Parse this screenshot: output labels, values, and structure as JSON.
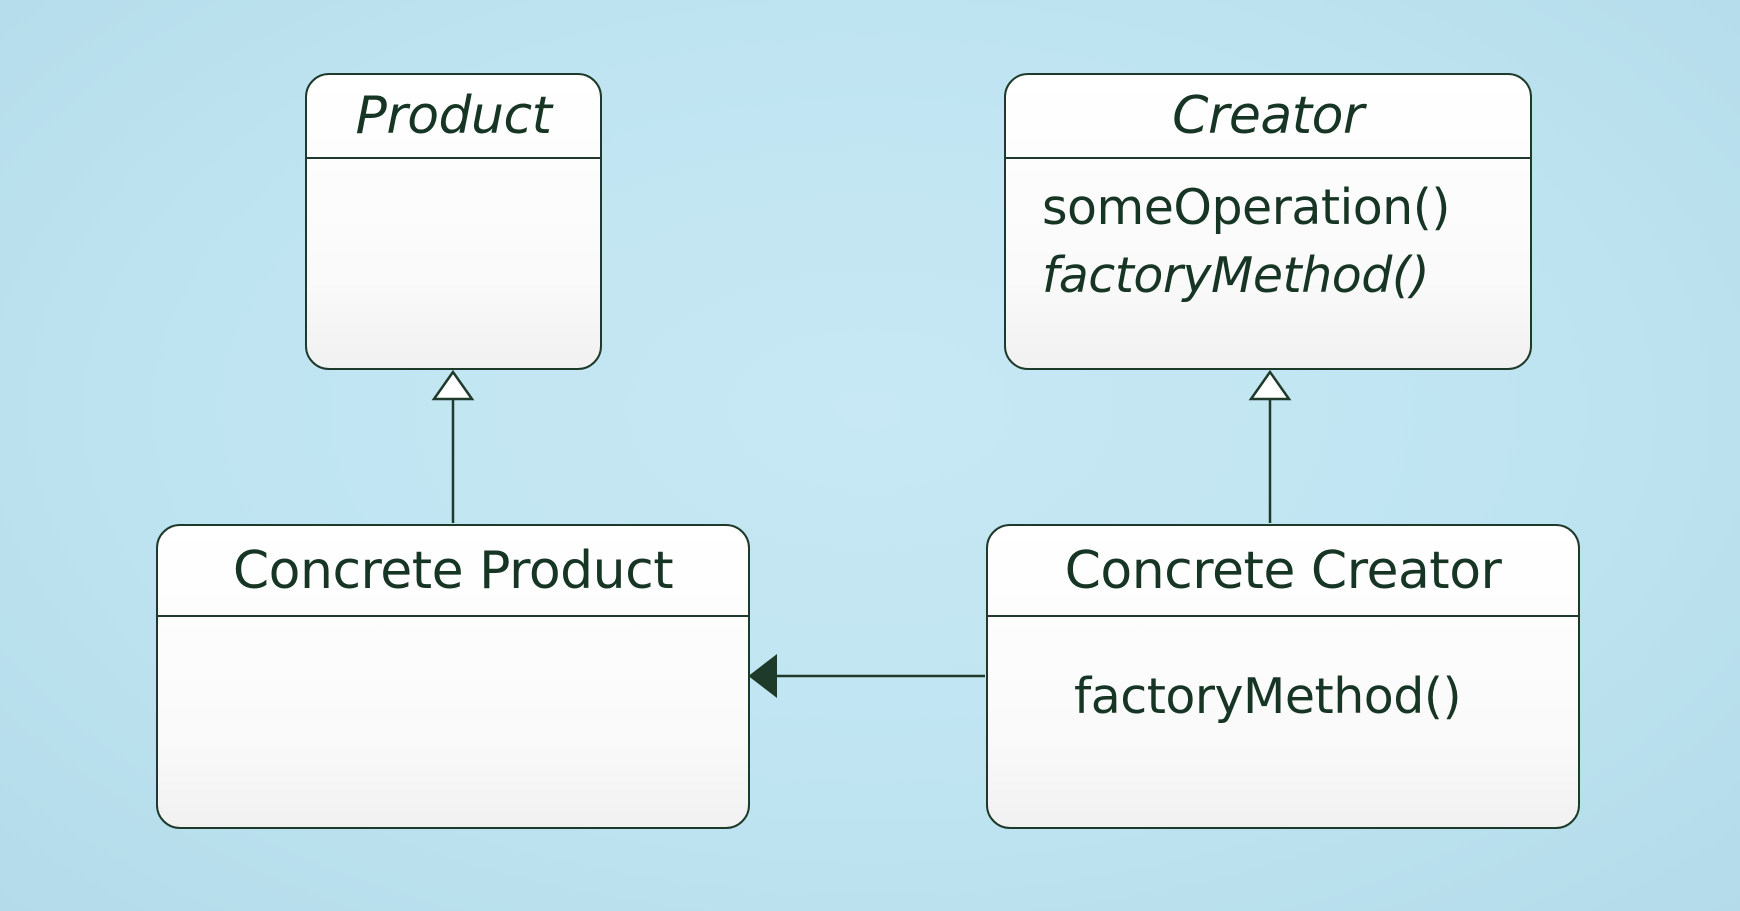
{
  "diagram": {
    "background_color": "#c1e5f2",
    "line_color": "#1e3a2a",
    "classes": {
      "product": {
        "name": "Product",
        "abstract": true
      },
      "creator": {
        "name": "Creator",
        "abstract": true,
        "methods": [
          {
            "label": "someOperation()",
            "abstract": false
          },
          {
            "label": "factoryMethod()",
            "abstract": true
          }
        ]
      },
      "concrete_product": {
        "name": "Concrete Product",
        "abstract": false
      },
      "concrete_creator": {
        "name": "Concrete Creator",
        "abstract": false,
        "methods": [
          {
            "label": "factoryMethod()",
            "abstract": false
          }
        ]
      }
    },
    "relationships": [
      {
        "type": "inheritance",
        "from": "Concrete Product",
        "to": "Product"
      },
      {
        "type": "inheritance",
        "from": "Concrete Creator",
        "to": "Creator"
      },
      {
        "type": "association",
        "from": "Concrete Creator",
        "to": "Concrete Product"
      }
    ]
  }
}
